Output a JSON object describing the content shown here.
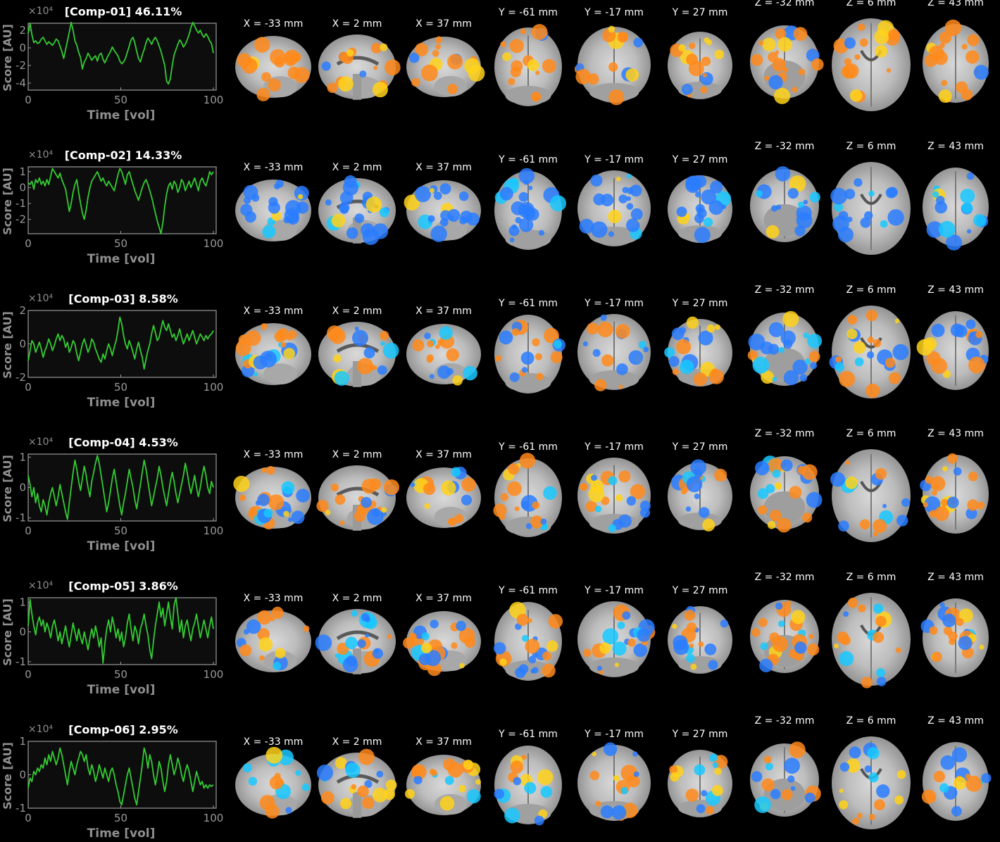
{
  "colors": {
    "background": "#000000",
    "plot_bg": "#0d0d0d",
    "axis": "#9a9a9a",
    "axis_label": "#8f8f8f",
    "title": "#ffffff",
    "line": "#33cc33",
    "positive_hot": "#ff8a1a",
    "positive_yellow": "#ffd21a",
    "negative_blue": "#2a7cff",
    "negative_cyan": "#17c8ff",
    "slice_label": "#ffffff"
  },
  "plot_text": {
    "ylabel": "Score [AU]",
    "xlabel": "Time [vol]",
    "exponent": "×10⁴"
  },
  "slices": [
    {
      "label": "X = -33 mm",
      "view": "sagittal-lateral"
    },
    {
      "label": "X = 2 mm",
      "view": "sagittal-mid"
    },
    {
      "label": "X = 37 mm",
      "view": "sagittal-lateral"
    },
    {
      "label": "Y = -61 mm",
      "view": "coronal-posterior"
    },
    {
      "label": "Y = -17 mm",
      "view": "coronal-mid"
    },
    {
      "label": "Y = 27 mm",
      "view": "coronal-anterior"
    },
    {
      "label": "Z = -32 mm",
      "view": "axial-low"
    },
    {
      "label": "Z = 6 mm",
      "view": "axial-mid"
    },
    {
      "label": "Z = 43 mm",
      "view": "axial-high"
    }
  ],
  "components": [
    {
      "title": "[Comp-01] 46.11%",
      "ylim": [
        -4.8,
        2.8
      ],
      "yticks": [
        2,
        0,
        -2,
        -4
      ],
      "xticks": [
        0,
        50,
        100
      ],
      "pattern": "positive",
      "chart_data": {
        "type": "line",
        "x_range": [
          1,
          100
        ],
        "y": [
          1.6,
          2.8,
          1.5,
          0.6,
          0.8,
          0.5,
          0.6,
          1.0,
          1.2,
          0.8,
          0.4,
          0.7,
          0.5,
          0.3,
          0.6,
          1.0,
          0.8,
          0.2,
          -0.4,
          -1.2,
          -0.2,
          0.8,
          1.8,
          2.9,
          2.0,
          0.8,
          0.3,
          -0.5,
          -1.1,
          -2.4,
          -1.6,
          -1.2,
          -0.6,
          -1.0,
          -1.4,
          -1.1,
          -0.9,
          -1.5,
          -0.8,
          -0.6,
          -1.3,
          -1.7,
          -1.2,
          -0.8,
          -0.4,
          0.1,
          -0.3,
          -0.6,
          -0.9,
          -1.5,
          -1.8,
          -1.6,
          -1.2,
          -0.5,
          0.2,
          0.9,
          1.2,
          0.6,
          -0.4,
          -1.2,
          -1.6,
          -0.8,
          -0.2,
          0.6,
          1.1,
          0.8,
          0.4,
          0.9,
          1.2,
          0.8,
          0.2,
          -0.4,
          -1.2,
          -2.0,
          -3.8,
          -4.1,
          -3.5,
          -2.0,
          -0.8,
          -0.2,
          0.4,
          0.9,
          0.6,
          0.1,
          0.4,
          0.9,
          1.5,
          2.3,
          2.9,
          2.5,
          2.0,
          1.7,
          2.0,
          1.5,
          1.2,
          1.6,
          1.3,
          0.8,
          0.5,
          -0.6
        ]
      }
    },
    {
      "title": "[Comp-02] 14.33%",
      "ylim": [
        -2.9,
        1.3
      ],
      "yticks": [
        1,
        0,
        -1,
        -2
      ],
      "xticks": [
        0,
        50,
        100
      ],
      "pattern": "negative",
      "chart_data": {
        "type": "line",
        "x_range": [
          1,
          100
        ],
        "y": [
          0.3,
          0.2,
          0.4,
          -0.1,
          0.5,
          0.3,
          0.6,
          0.2,
          0.4,
          0.1,
          0.5,
          0.2,
          0.7,
          1.2,
          1.0,
          0.8,
          0.6,
          0.9,
          0.5,
          0.2,
          -0.1,
          -0.8,
          -1.5,
          -1.0,
          -0.3,
          0.2,
          0.5,
          -0.3,
          -1.0,
          -1.6,
          -2.0,
          -1.4,
          -0.6,
          0.0,
          0.4,
          0.6,
          0.8,
          1.0,
          0.7,
          0.4,
          0.6,
          0.3,
          0.1,
          0.4,
          0.2,
          0.0,
          -0.2,
          0.3,
          0.8,
          1.2,
          1.0,
          0.6,
          0.2,
          0.8,
          1.0,
          0.6,
          0.2,
          -0.2,
          -0.5,
          -0.8,
          -0.4,
          0.0,
          0.3,
          0.5,
          0.2,
          -0.2,
          -0.6,
          -1.1,
          -1.6,
          -2.1,
          -2.5,
          -2.9,
          -2.2,
          -1.2,
          -0.4,
          0.1,
          0.3,
          -0.1,
          0.4,
          0.2,
          -0.3,
          0.0,
          0.5,
          0.3,
          -0.2,
          0.1,
          0.4,
          0.0,
          0.3,
          0.6,
          0.2,
          -0.2,
          0.4,
          0.6,
          0.3,
          0.1,
          0.5,
          1.0,
          0.8,
          1.0
        ]
      }
    },
    {
      "title": "[Comp-03] 8.58%",
      "ylim": [
        -2.0,
        2.0
      ],
      "yticks": [
        2,
        0,
        -2
      ],
      "xticks": [
        0,
        50,
        100
      ],
      "pattern": "mixed",
      "chart_data": {
        "type": "line",
        "x_range": [
          1,
          100
        ],
        "y": [
          -1.0,
          -0.4,
          0.2,
          0.0,
          -0.5,
          -0.2,
          0.1,
          -0.3,
          -0.8,
          -0.4,
          -0.1,
          0.3,
          0.0,
          -0.4,
          -0.1,
          0.3,
          0.6,
          0.2,
          0.5,
          0.3,
          -0.2,
          0.1,
          -0.5,
          -0.2,
          0.2,
          0.0,
          -0.6,
          -1.0,
          -0.5,
          0.0,
          0.3,
          -0.1,
          -0.5,
          -0.2,
          0.3,
          0.1,
          -0.3,
          -0.6,
          -0.9,
          -1.1,
          -0.6,
          -0.9,
          -0.4,
          0.0,
          -0.3,
          -0.7,
          -0.2,
          0.2,
          0.8,
          1.6,
          1.2,
          0.5,
          0.0,
          -0.3,
          0.2,
          -0.1,
          -0.5,
          -0.9,
          -0.3,
          0.1,
          -0.4,
          -0.8,
          -1.5,
          -0.9,
          -0.4,
          0.0,
          0.6,
          1.1,
          0.7,
          0.2,
          0.4,
          0.9,
          1.4,
          1.0,
          0.8,
          1.2,
          0.8,
          0.4,
          0.6,
          0.2,
          0.5,
          0.9,
          0.4,
          0.0,
          0.3,
          0.6,
          0.2,
          0.5,
          0.8,
          0.4,
          0.0,
          0.3,
          0.6,
          0.4,
          0.2,
          0.5,
          0.3,
          0.5,
          0.6,
          0.8
        ]
      }
    },
    {
      "title": "[Comp-04] 4.53%",
      "ylim": [
        -1.1,
        1.1
      ],
      "yticks": [
        1,
        0,
        -1
      ],
      "xticks": [
        0,
        50,
        100
      ],
      "pattern": "mixed",
      "chart_data": {
        "type": "line",
        "x_range": [
          1,
          100
        ],
        "y": [
          0.4,
          0.1,
          -0.3,
          0.0,
          -0.5,
          -0.2,
          -0.6,
          -0.8,
          -0.4,
          -0.6,
          -0.9,
          -0.5,
          -0.2,
          0.0,
          -0.3,
          -0.6,
          -0.3,
          0.1,
          -0.2,
          -0.5,
          -0.8,
          -1.05,
          -0.5,
          0.0,
          0.5,
          0.9,
          0.6,
          0.2,
          -0.1,
          0.3,
          0.7,
          0.4,
          0.0,
          -0.3,
          0.2,
          0.5,
          0.8,
          1.05,
          0.8,
          0.4,
          0.0,
          -0.4,
          -0.8,
          -0.5,
          -0.1,
          0.3,
          0.6,
          0.2,
          -0.2,
          -0.6,
          -0.9,
          -0.5,
          -0.2,
          0.2,
          0.6,
          0.3,
          0.0,
          -0.4,
          -0.7,
          -0.3,
          0.1,
          0.5,
          0.9,
          0.6,
          0.2,
          -0.2,
          -0.6,
          -0.3,
          0.0,
          0.3,
          0.7,
          0.4,
          0.0,
          -0.3,
          -0.6,
          -0.2,
          0.2,
          0.5,
          0.2,
          -0.2,
          -0.5,
          -0.2,
          0.1,
          0.4,
          0.8,
          0.5,
          0.1,
          -0.2,
          0.1,
          0.4,
          0.0,
          -0.3,
          0.0,
          0.4,
          0.7,
          0.4,
          0.0,
          -0.2,
          0.2,
          0.0
        ]
      }
    },
    {
      "title": "[Comp-05] 3.86%",
      "ylim": [
        -1.1,
        1.15
      ],
      "yticks": [
        1,
        0,
        -1
      ],
      "xticks": [
        0,
        50,
        100
      ],
      "pattern": "mixed",
      "chart_data": {
        "type": "line",
        "x_range": [
          1,
          100
        ],
        "y": [
          0.2,
          1.1,
          0.6,
          0.2,
          -0.1,
          0.3,
          0.5,
          0.2,
          0.4,
          0.0,
          0.3,
          0.1,
          -0.2,
          0.2,
          0.4,
          0.1,
          -0.3,
          0.0,
          -0.4,
          -0.1,
          0.2,
          -0.2,
          -0.5,
          -0.1,
          0.3,
          0.0,
          -0.3,
          0.1,
          -0.2,
          -0.4,
          0.0,
          -0.3,
          -0.6,
          -0.2,
          0.1,
          -0.2,
          0.2,
          -0.1,
          -0.5,
          -0.2,
          -1.05,
          -0.4,
          0.1,
          0.4,
          0.0,
          0.5,
          0.2,
          -0.2,
          0.1,
          -0.3,
          0.0,
          -0.5,
          -0.2,
          0.3,
          0.6,
          0.1,
          -0.3,
          0.2,
          0.0,
          -0.4,
          0.1,
          0.3,
          0.6,
          0.2,
          -0.1,
          -0.6,
          -0.9,
          -0.3,
          0.2,
          0.6,
          1.0,
          0.5,
          0.8,
          0.2,
          0.6,
          1.0,
          0.5,
          0.1,
          0.9,
          1.15,
          0.6,
          0.0,
          0.4,
          -0.2,
          0.2,
          0.4,
          0.0,
          -0.3,
          0.1,
          0.3,
          0.6,
          0.2,
          -0.2,
          0.1,
          0.4,
          0.1,
          -0.2,
          0.2,
          0.5,
          0.1
        ]
      }
    },
    {
      "title": "[Comp-06] 2.95%",
      "ylim": [
        -1.0,
        1.0
      ],
      "yticks": [
        1,
        0,
        -1
      ],
      "xticks": [
        0,
        50,
        100
      ],
      "pattern": "mixed",
      "chart_data": {
        "type": "line",
        "x_range": [
          1,
          100
        ],
        "y": [
          -0.4,
          -0.1,
          -0.2,
          0.1,
          0.0,
          0.2,
          0.1,
          0.3,
          0.2,
          0.5,
          0.3,
          0.6,
          0.4,
          0.7,
          0.5,
          0.3,
          0.5,
          0.8,
          0.6,
          0.3,
          0.0,
          -0.3,
          0.1,
          0.4,
          0.2,
          0.0,
          0.3,
          0.5,
          0.7,
          0.6,
          0.4,
          0.6,
          0.2,
          0.0,
          0.3,
          0.1,
          -0.2,
          0.0,
          0.3,
          0.1,
          -0.1,
          0.2,
          0.0,
          -0.2,
          0.1,
          0.2,
          0.0,
          -0.3,
          -0.5,
          -0.8,
          -0.9,
          -0.6,
          -0.3,
          0.0,
          0.2,
          -0.1,
          -0.4,
          -0.7,
          -0.9,
          -0.5,
          -0.1,
          0.3,
          0.8,
          0.6,
          0.2,
          0.6,
          0.4,
          0.0,
          -0.3,
          0.0,
          0.4,
          0.2,
          -0.2,
          -0.5,
          -0.2,
          0.3,
          0.6,
          0.3,
          0.0,
          0.2,
          0.5,
          0.3,
          0.0,
          -0.2,
          0.1,
          0.3,
          0.1,
          -0.2,
          -0.5,
          -0.2,
          0.1,
          -0.1,
          -0.3,
          -0.2,
          -0.4,
          -0.3,
          -0.4,
          -0.3,
          -0.35,
          -0.3
        ]
      }
    }
  ]
}
